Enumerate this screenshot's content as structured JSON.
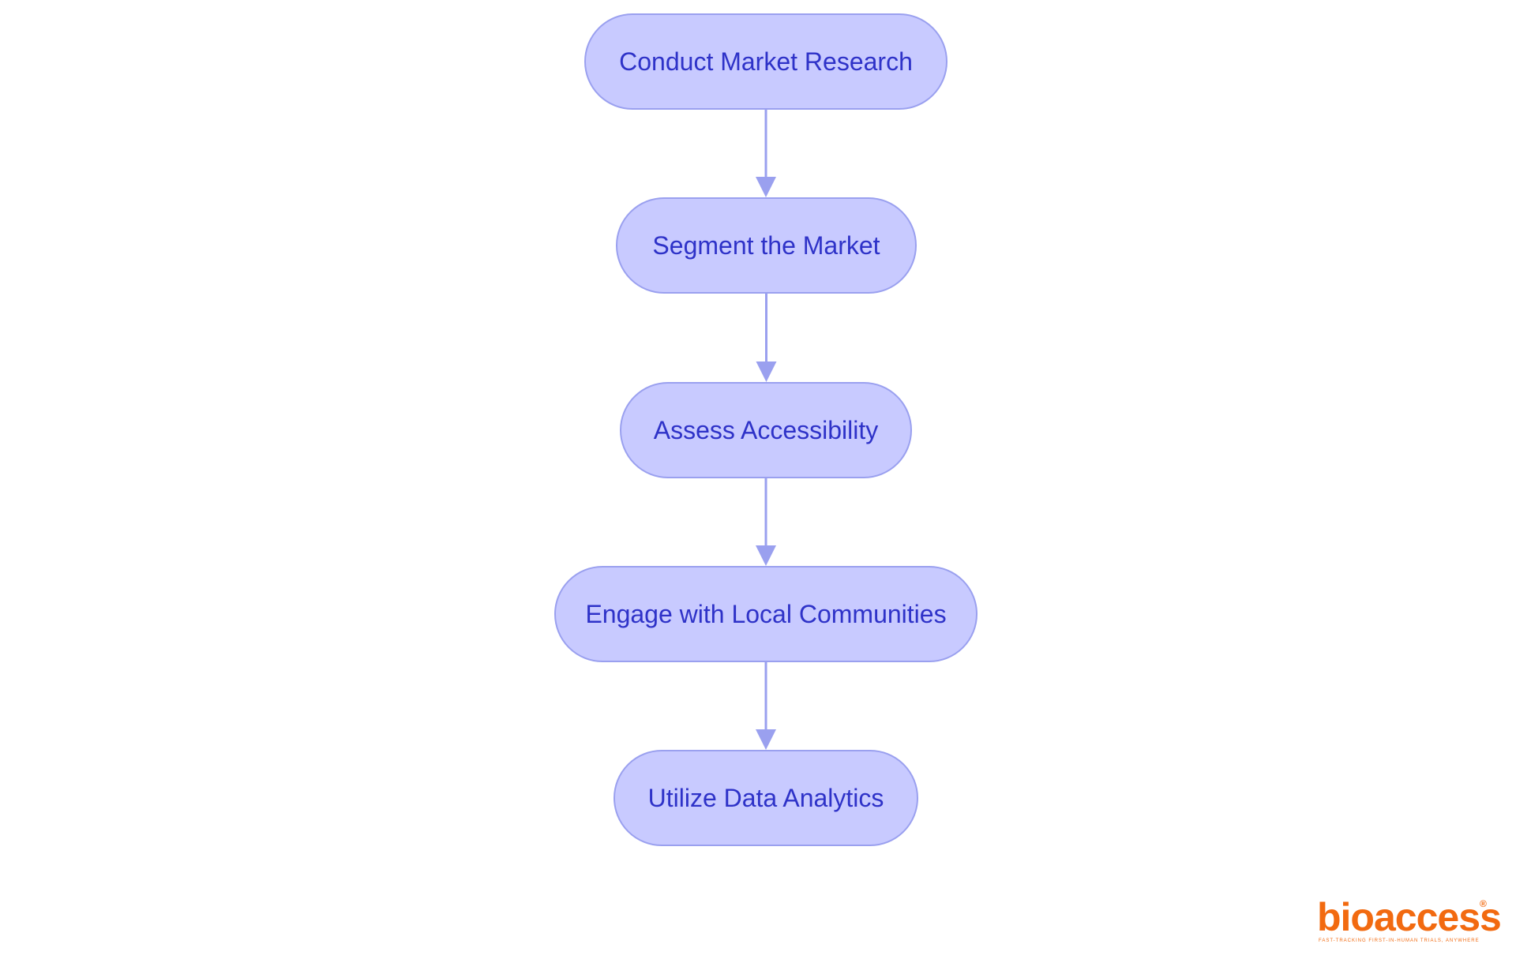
{
  "diagram": {
    "nodes": [
      {
        "id": "conduct-market-research",
        "label": "Conduct Market Research"
      },
      {
        "id": "segment-the-market",
        "label": "Segment the Market"
      },
      {
        "id": "assess-accessibility",
        "label": "Assess Accessibility"
      },
      {
        "id": "engage-with-local-communities",
        "label": "Engage with Local Communities"
      },
      {
        "id": "utilize-data-analytics",
        "label": "Utilize Data Analytics"
      }
    ],
    "edges": [
      {
        "from": "conduct-market-research",
        "to": "segment-the-market"
      },
      {
        "from": "segment-the-market",
        "to": "assess-accessibility"
      },
      {
        "from": "assess-accessibility",
        "to": "engage-with-local-communities"
      },
      {
        "from": "engage-with-local-communities",
        "to": "utilize-data-analytics"
      }
    ]
  },
  "logo": {
    "word": "bioaccess",
    "registered_mark": "®",
    "tagline": "FAST-TRACKING FIRST-IN-HUMAN TRIALS, ANYWHERE"
  },
  "colors": {
    "node_fill": "#c8caff",
    "node_border": "#9aa0ef",
    "node_text": "#2e32c8",
    "edge": "#9aa0ef",
    "logo_orange": "#f26a10"
  }
}
